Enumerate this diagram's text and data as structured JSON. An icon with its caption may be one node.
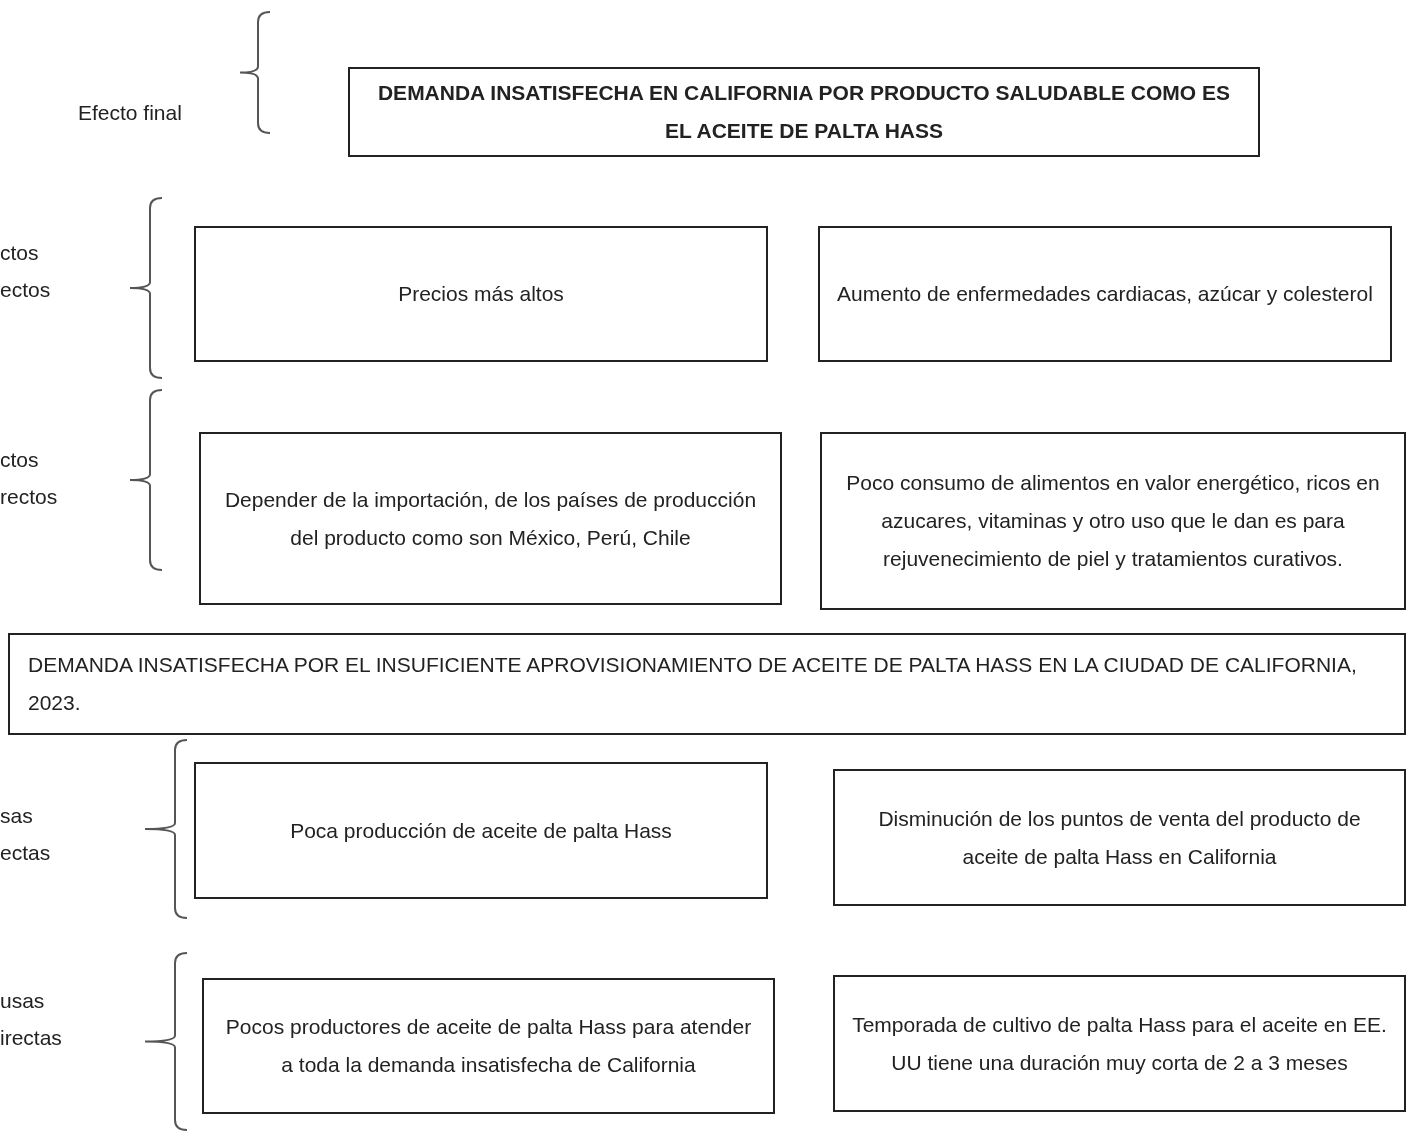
{
  "diagram": {
    "nodes": [
      {
        "text": [
          "DEMANDA INSATISFECHA EN CALIFORNIA POR PRODUCTO SALUDABLE COMO ES EL ACEITE DE PALTA HASS"
        ]
      },
      {
        "text": [
          "Precios más altos"
        ]
      },
      {
        "text": [
          "Aumento de enfermedades cardiacas, azúcar y colesterol"
        ]
      },
      {
        "text": [
          "Depender de la importación, de los países de producción del producto como son México, Perú, Chile"
        ]
      },
      {
        "text": [
          "Poco consumo de alimentos en valor energético, ricos en azucares, vitaminas y otro uso que le dan es para rejuvenecimiento de piel y tratamientos curativos."
        ]
      },
      {
        "text": [
          "DEMANDA INSATISFECHA POR EL INSUFICIENTE APROVISIONAMIENTO DE ACEITE DE PALTA HASS EN LA CIUDAD DE CALIFORNIA, 2023."
        ]
      },
      {
        "text": [
          "Poca producción de aceite de palta Hass"
        ]
      },
      {
        "text": [
          "Disminución de los puntos de venta del producto de aceite de palta Hass en California"
        ]
      },
      {
        "text": [
          "Pocos productores de aceite de palta Hass para atender a toda la demanda insatisfecha de California"
        ]
      },
      {
        "text": [
          "Temporada de cultivo de palta Hass para el aceite en EE. UU tiene una duración muy corta de 2 a 3 meses"
        ]
      }
    ],
    "edges": [],
    "labels": [
      "Efecto final",
      "ctos ectos",
      "ctos rectos",
      "sas ectas",
      "usas irectas"
    ]
  }
}
